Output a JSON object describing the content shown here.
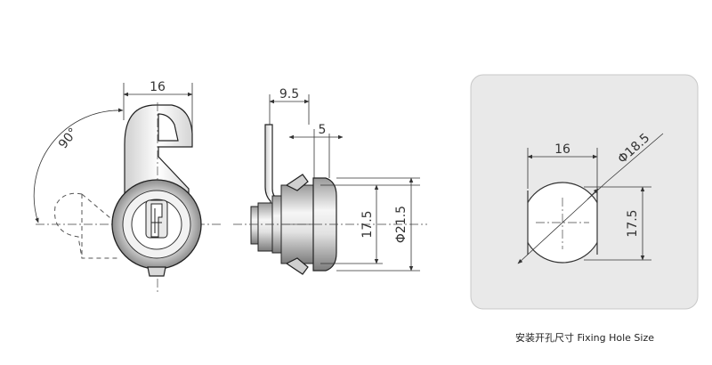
{
  "front_view": {
    "width_dim": "16",
    "angle_dim": "90°"
  },
  "side_view": {
    "top_dim": "9.5",
    "step_dim": "5",
    "inner_height_dim": "17.5",
    "outer_diameter_dim": "Φ21.5"
  },
  "fixing_hole": {
    "width_dim": "16",
    "diameter_dim": "Φ18.5",
    "height_dim": "17.5",
    "caption": "安装开孔尺寸 Fixing Hole Size"
  },
  "colors": {
    "panel_bg": "#e9e9e9",
    "panel_border": "#c8c8c8",
    "hole_fill": "#ffffff",
    "metal_dark": "#8a8a8a",
    "metal_light": "#f4f4f4"
  }
}
